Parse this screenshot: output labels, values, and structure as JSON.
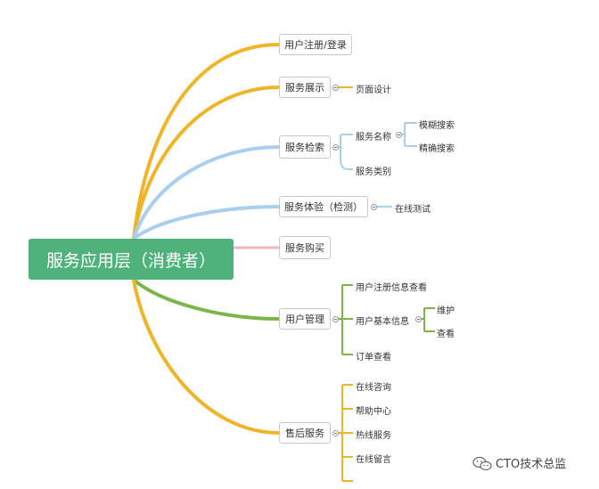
{
  "root": {
    "label": "服务应用层（消费者）"
  },
  "branches": {
    "register": {
      "label": "用户注册/登录"
    },
    "display": {
      "label": "服务展示",
      "children": [
        "页面设计"
      ]
    },
    "search": {
      "label": "服务检索",
      "name": {
        "label": "服务名称",
        "children": [
          "模糊搜索",
          "精确搜索"
        ]
      },
      "category": "服务类别"
    },
    "experience": {
      "label": "服务体验（检测）",
      "children": [
        "在线测试"
      ]
    },
    "purchase": {
      "label": "服务购买"
    },
    "user_mgmt": {
      "label": "用户管理",
      "reg_info": "用户注册信息查看",
      "basic_info": {
        "label": "用户基本信息",
        "children": [
          "维护",
          "查看"
        ]
      },
      "orders": "订单查看"
    },
    "after_sales": {
      "label": "售后服务",
      "children": [
        "在线咨询",
        "帮助中心",
        "热线服务",
        "在线留言"
      ]
    }
  },
  "colors": {
    "yellow": "#f0b429",
    "blue": "#a9cfee",
    "pink": "#f2b8b8",
    "green": "#7ab648",
    "root": "#4fb27a"
  },
  "watermark": "CTO技术总监"
}
